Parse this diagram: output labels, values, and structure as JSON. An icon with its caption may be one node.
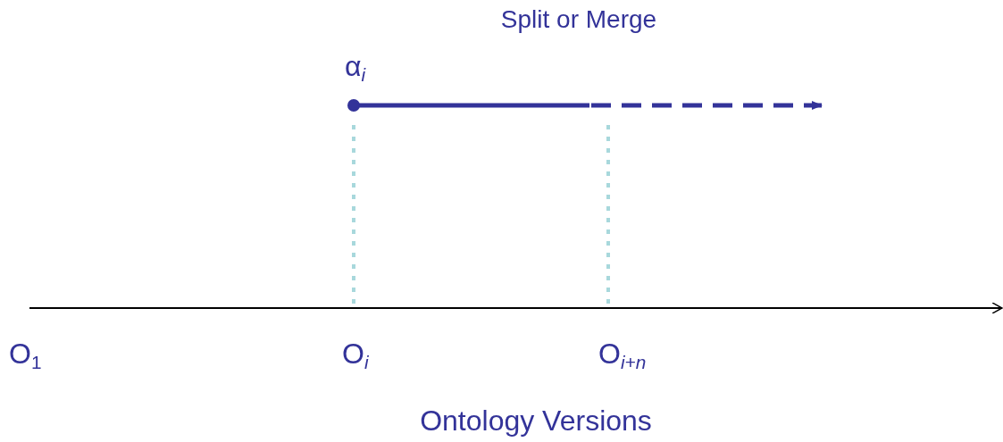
{
  "diagram": {
    "labels": [
      "Split or Merge",
      "α$_{i}$",
      "O$_{1}$",
      "O$_{i}$",
      "O$_{i+n}$",
      "Ontology Versions"
    ]
  }
}
